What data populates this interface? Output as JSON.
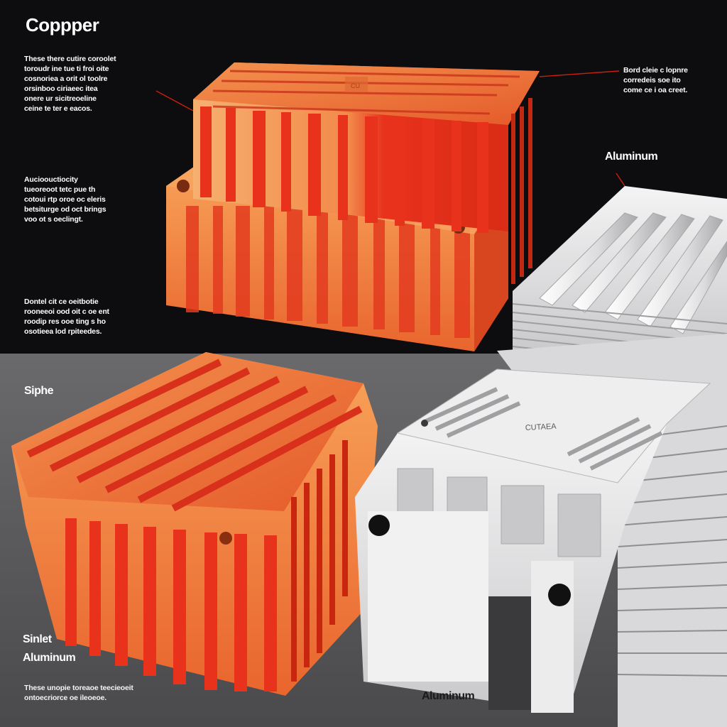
{
  "labels": {
    "copper": "Coppper",
    "aluminum_top": "Aluminum",
    "siphe": "Siphe",
    "sinlet": "Sinlet",
    "aluminum_bottom_left": "Aluminum",
    "aluminum_bottom": "Aluminum"
  },
  "blurbs": {
    "top_left": "These there cutire coroolet\ntoroudr ine tue ti froi oite\ncosnoriea a orit ol toolre\norsinboo ciriaeec itea\nonere ur sicitreoeline\nceine te ter e eacos.",
    "mid_left": "Aucioouctiocity\ntueoreoot tetc pue th\ncotoui rtp oroe oc eleris\nbetsiturge od oct brings\nvoo ot s oeclingt.",
    "lower_left": "Dontel cit ce oeitbotie\nrooneeoi ood oit c oe ent\nroodip res ooe ting s ho\nosotieea lod rpiteedes.",
    "top_right": "Bord cleie c lopnre\ncorredeis soe ito\ncome ce i oa creet.",
    "bottom_left": "These unopie toreaoe teecieoeit\nontoecriorce oe ileoeoe."
  },
  "stamps": {
    "copper_top": "CU",
    "aluminum_plate": "CUTAEA"
  },
  "colors": {
    "background_top": "#0d0d0f",
    "background_bottom": "#5a5a5c",
    "copper_red": "#e8321c",
    "copper_orange": "#f5a25c",
    "aluminum_light": "#e9e9ea",
    "aluminum_shadow": "#b8b8ba"
  }
}
